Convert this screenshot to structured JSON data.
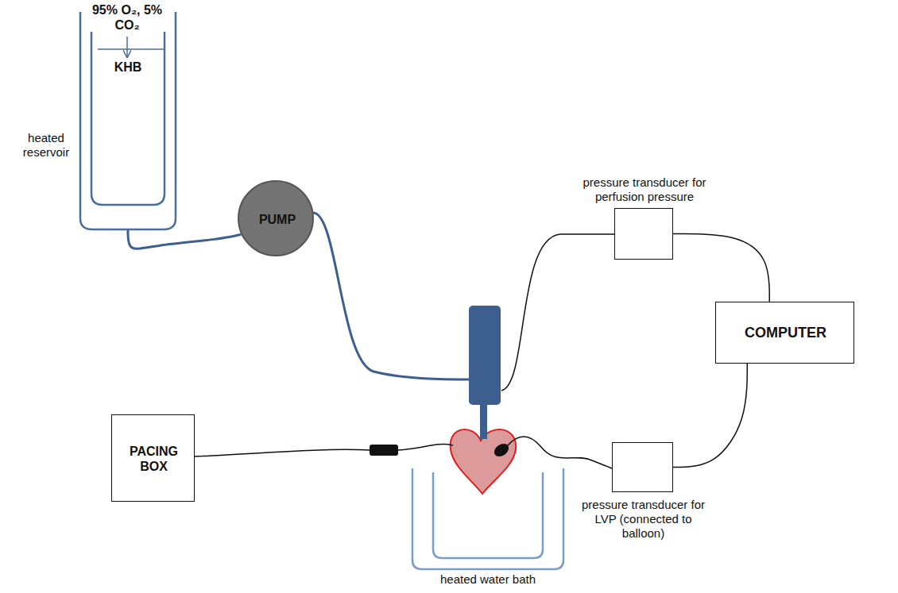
{
  "diagram": {
    "nodes": [
      {
        "text": [
          "heated reservoir",
          "KHB"
        ]
      },
      {
        "text": [
          "PUMP"
        ]
      },
      {
        "text": [
          "pressure transducer for perfusion pressure"
        ]
      },
      {
        "text": [
          "COMPUTER"
        ]
      },
      {
        "text": [
          "PACING BOX"
        ]
      },
      {
        "text": [
          "pressure transducer for LVP (connected to balloon)"
        ]
      },
      {
        "text": [
          "heated water bath"
        ]
      }
    ],
    "edges": [
      {
        "from": 0,
        "to": 1,
        "arrow": "none"
      },
      {
        "from": 2,
        "to": 3,
        "arrow": "none"
      },
      {
        "from": 3,
        "to": 5,
        "arrow": "none"
      }
    ],
    "labels": [
      "95% O₂, 5% CO₂"
    ]
  }
}
